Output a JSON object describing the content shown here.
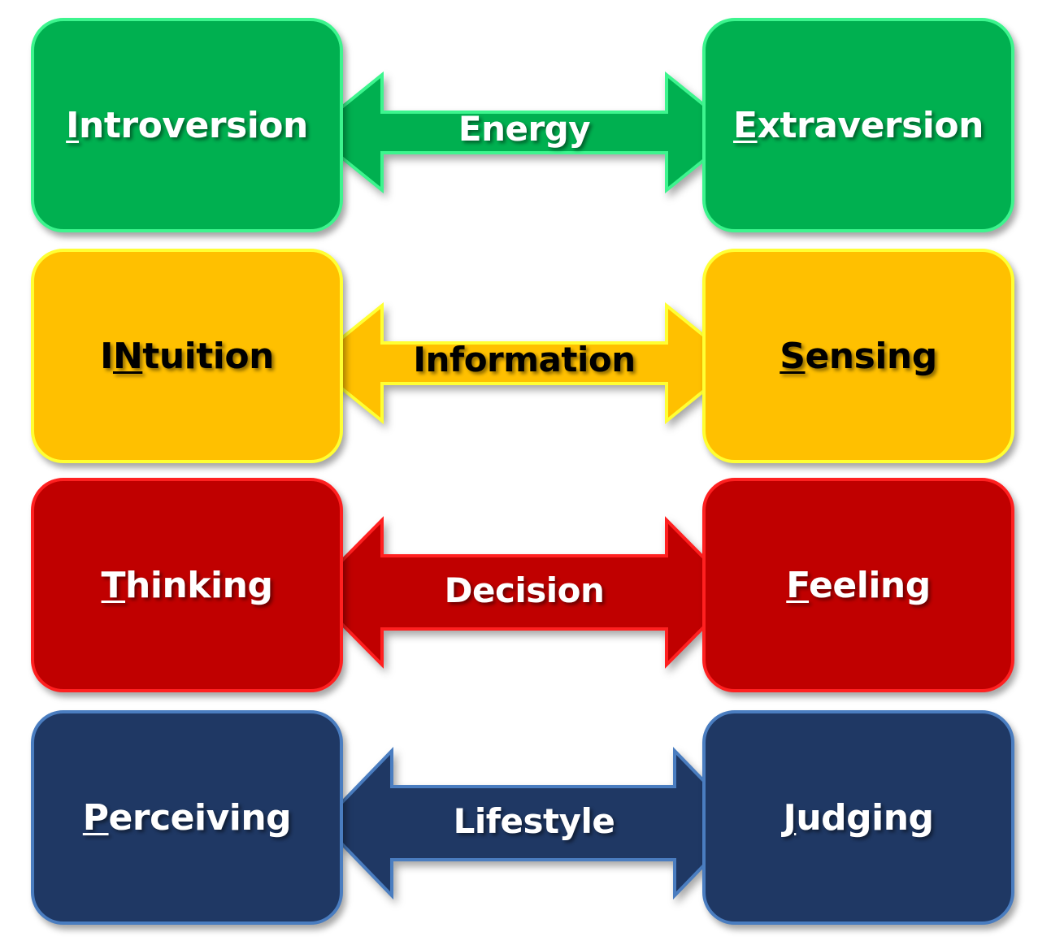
{
  "rows": [
    {
      "left": {
        "prefix": "",
        "key": "I",
        "rest": "ntroversion"
      },
      "right": {
        "prefix": "",
        "key": "E",
        "rest": "xtraversion"
      },
      "dimension": "Energy",
      "fill": "#00b050",
      "border": "#3df58e",
      "text_color": "#ffffff"
    },
    {
      "left": {
        "prefix": "I",
        "key": "N",
        "rest": "tuition"
      },
      "right": {
        "prefix": "",
        "key": "S",
        "rest": "ensing"
      },
      "dimension": "Information",
      "fill": "#ffc000",
      "border": "#ffff33",
      "text_color": "#000000"
    },
    {
      "left": {
        "prefix": "",
        "key": "T",
        "rest": "hinking"
      },
      "right": {
        "prefix": "",
        "key": "F",
        "rest": "eeling"
      },
      "dimension": "Decision",
      "fill": "#c00000",
      "border": "#ff2020",
      "text_color": "#ffffff"
    },
    {
      "left": {
        "prefix": "",
        "key": "P",
        "rest": "erceiving"
      },
      "right": {
        "prefix": "",
        "key": "J",
        "rest": "udging"
      },
      "dimension": "Lifestyle",
      "fill": "#1f3864",
      "border": "#4a7dc0",
      "text_color": "#ffffff"
    }
  ]
}
